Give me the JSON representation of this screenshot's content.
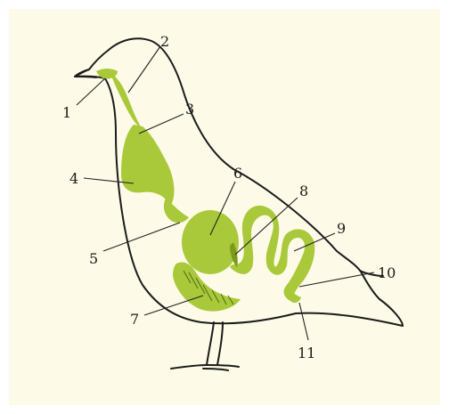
{
  "colors": {
    "page_background": "#ffffff",
    "panel_background": "#fdfbe8",
    "outline": "#1b1b1b",
    "organ_fill": "#a9c93a",
    "organ_dark": "#7a9a1e"
  },
  "labels": [
    {
      "id": "1",
      "text": "1"
    },
    {
      "id": "2",
      "text": "2"
    },
    {
      "id": "3",
      "text": "3"
    },
    {
      "id": "4",
      "text": "4"
    },
    {
      "id": "5",
      "text": "5"
    },
    {
      "id": "6",
      "text": "6"
    },
    {
      "id": "7",
      "text": "7"
    },
    {
      "id": "8",
      "text": "8"
    },
    {
      "id": "9",
      "text": "9"
    },
    {
      "id": "10",
      "text": "10"
    },
    {
      "id": "11",
      "text": "11"
    }
  ]
}
